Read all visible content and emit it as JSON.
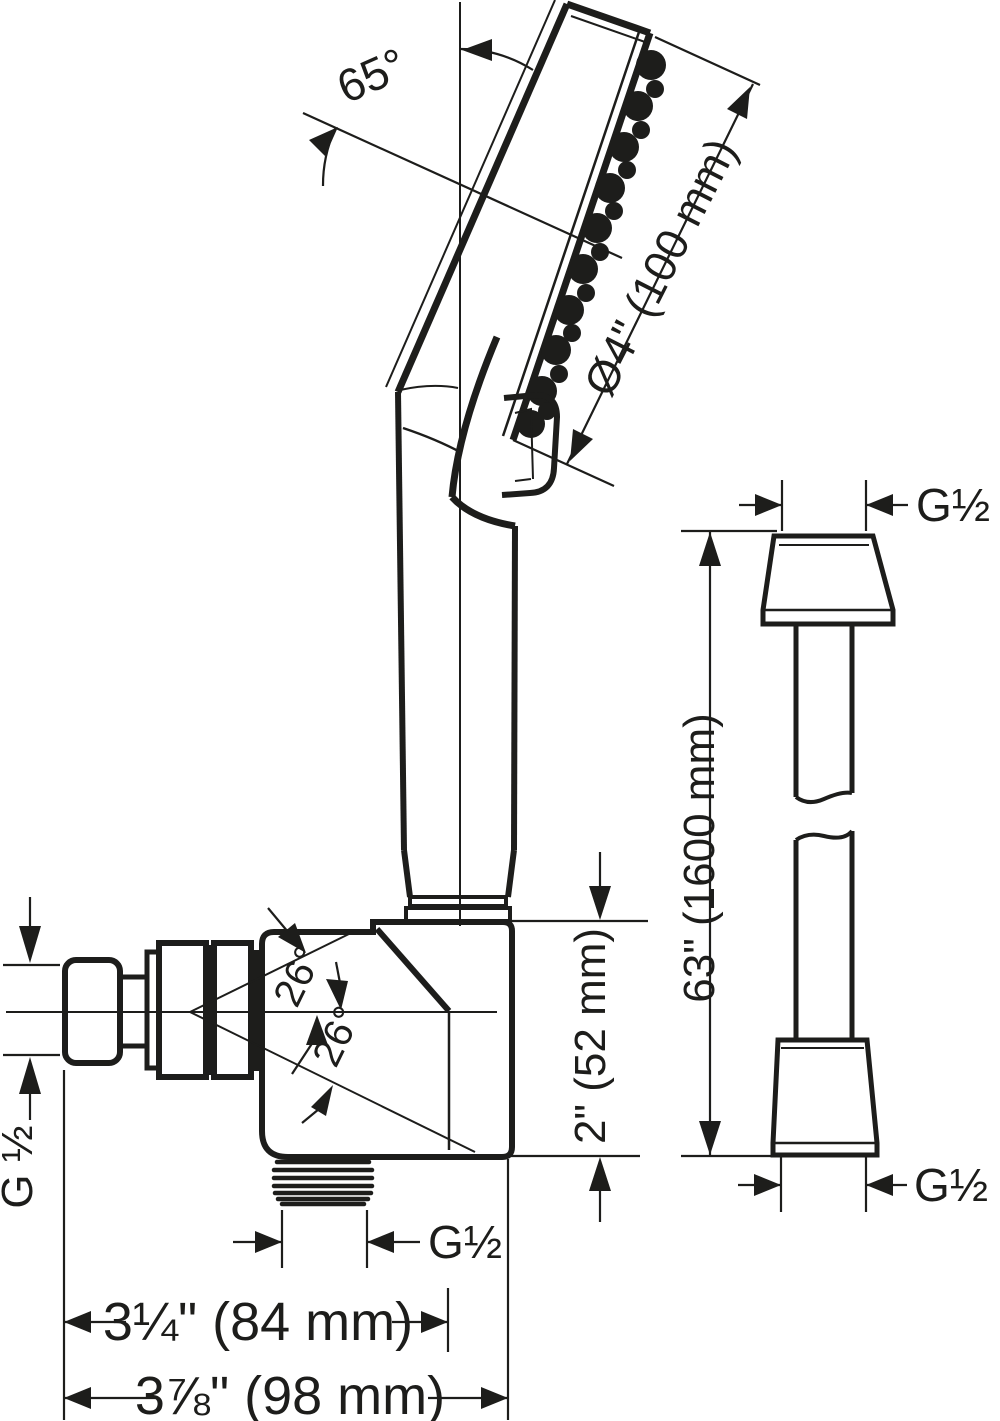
{
  "drawing": {
    "description": "Technical dimension drawing of a hand shower with wall outlet holder and shower hose",
    "colors": {
      "line": "#1d1d1b",
      "background": "#ffffff"
    },
    "labels": {
      "head_angle": "65°",
      "head_diameter": "Ø4\" (100 mm)",
      "hose_top_thread": "G½",
      "hose_length": "63\" (1600 mm)",
      "hose_bottom_thread": "G½",
      "holder_height": "2\" (52 mm)",
      "pivot_angle_upper": "26°",
      "pivot_angle_lower": "26°",
      "wall_thread": "G ½",
      "outlet_thread": "G½",
      "holder_depth": "3¼\" (84 mm)",
      "total_depth": "3⅞\" (98 mm)"
    }
  }
}
